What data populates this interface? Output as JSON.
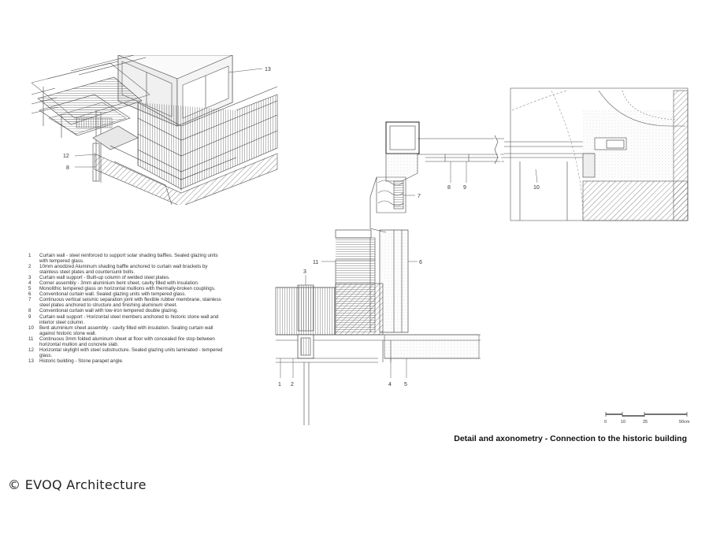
{
  "caption": "Detail and axonometry - Connection to the historic building",
  "credit": {
    "symbol": "©",
    "text": "EVOQ Architecture"
  },
  "legend": [
    {
      "num": "1",
      "text": "Curtain wall - steel reinforced to support solar shading baffles. Sealed glazing units with tempered glass."
    },
    {
      "num": "2",
      "text": "10mm anodized Aluminum shading baffle anchored to curtain wall brackets by stainless steel plates and countersunk bolts."
    },
    {
      "num": "3",
      "text": "Curtain wall support - Built-up column of welded steel plates."
    },
    {
      "num": "4",
      "text": "Corner assembly - 3mm aluminium bent sheet, cavity filled with insulation."
    },
    {
      "num": "5",
      "text": "Monolithic tempered glass on horizontal mullions with thermally-broken couplings."
    },
    {
      "num": "6",
      "text": "Conventional curtain wall. Sealed glazing units with tempered glass."
    },
    {
      "num": "7",
      "text": "Continuous vertical seismic separation joint with flexible rubber membrane, stainless steel plates anchored to structure and finishing aluminum sheet."
    },
    {
      "num": "8",
      "text": "Conventional curtain wall with low-iron tempered double glazing."
    },
    {
      "num": "9",
      "text": "Curtain wall support - Horizontal steel members anchored to historic stone wall and interior steel column."
    },
    {
      "num": "10",
      "text": "Bent aluminium sheet assembly - cavity filled with insulation. Sealing curtain wall against historic stone wall."
    },
    {
      "num": "11",
      "text": "Continuous 3mm folded aluminum sheet at floor with concealed fire stop between horizontal mullion and concrete slab."
    },
    {
      "num": "12",
      "text": "Horizontal skylight with steel substructure. Sealed glazing units laminated - tempered glass."
    },
    {
      "num": "13",
      "text": "Historic building - Stone parapet angle."
    }
  ],
  "callouts": {
    "axo_13": "13",
    "axo_12": "12",
    "axo_8": "8",
    "plan_7": "7",
    "plan_8": "8",
    "plan_9": "9",
    "plan_10": "10",
    "plan_11": "11",
    "plan_6": "6",
    "plan_3": "3",
    "plan_1": "1",
    "plan_2": "2",
    "plan_4": "4",
    "plan_5": "5"
  },
  "scale_bar": {
    "ticks": [
      "0",
      "10",
      "25",
      "50cm"
    ]
  }
}
